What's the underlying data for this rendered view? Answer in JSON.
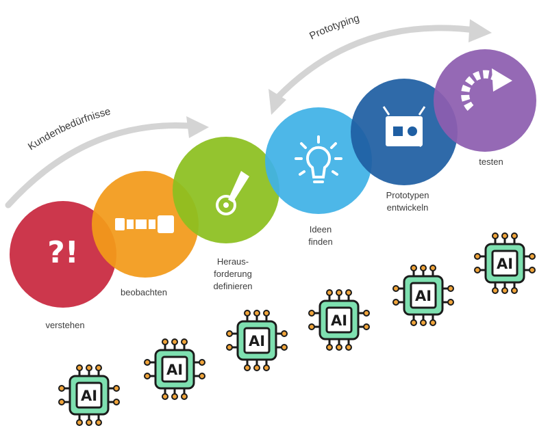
{
  "steps": [
    {
      "name": "verstehen",
      "label_lines": [
        "verstehen"
      ],
      "color": "#c8283e",
      "icon": "question-exclamation-icon"
    },
    {
      "name": "beobachten",
      "label_lines": [
        "beobachten"
      ],
      "color": "#f29a1a",
      "icon": "binoculars-icon"
    },
    {
      "name": "herausforderung",
      "label_lines": [
        "Heraus-",
        "forderung",
        "definieren"
      ],
      "color": "#8cbf1f",
      "icon": "target-pin-icon"
    },
    {
      "name": "ideen",
      "label_lines": [
        "Ideen",
        "finden"
      ],
      "color": "#3fb2e6",
      "icon": "lightbulb-icon"
    },
    {
      "name": "prototypen",
      "label_lines": [
        "Prototypen",
        "entwickeln"
      ],
      "color": "#1f5fa3",
      "icon": "prototype-box-icon"
    },
    {
      "name": "testen",
      "label_lines": [
        "testen"
      ],
      "color": "#8d5eaf",
      "icon": "refresh-arrow-icon"
    }
  ],
  "arrows": {
    "kundenbeduerfnisse": {
      "label": "Kundenbedürfnisse",
      "color": "#cfcfcf"
    },
    "prototyping": {
      "label": "Prototyping",
      "color": "#cfcfcf"
    }
  },
  "ai_chips": {
    "label": "AI",
    "count": 6,
    "body_color": "#7ee0b0",
    "pin_color": "#f0a43a",
    "outline_color": "#1b1b1b",
    "icon": "ai-chip-icon"
  }
}
